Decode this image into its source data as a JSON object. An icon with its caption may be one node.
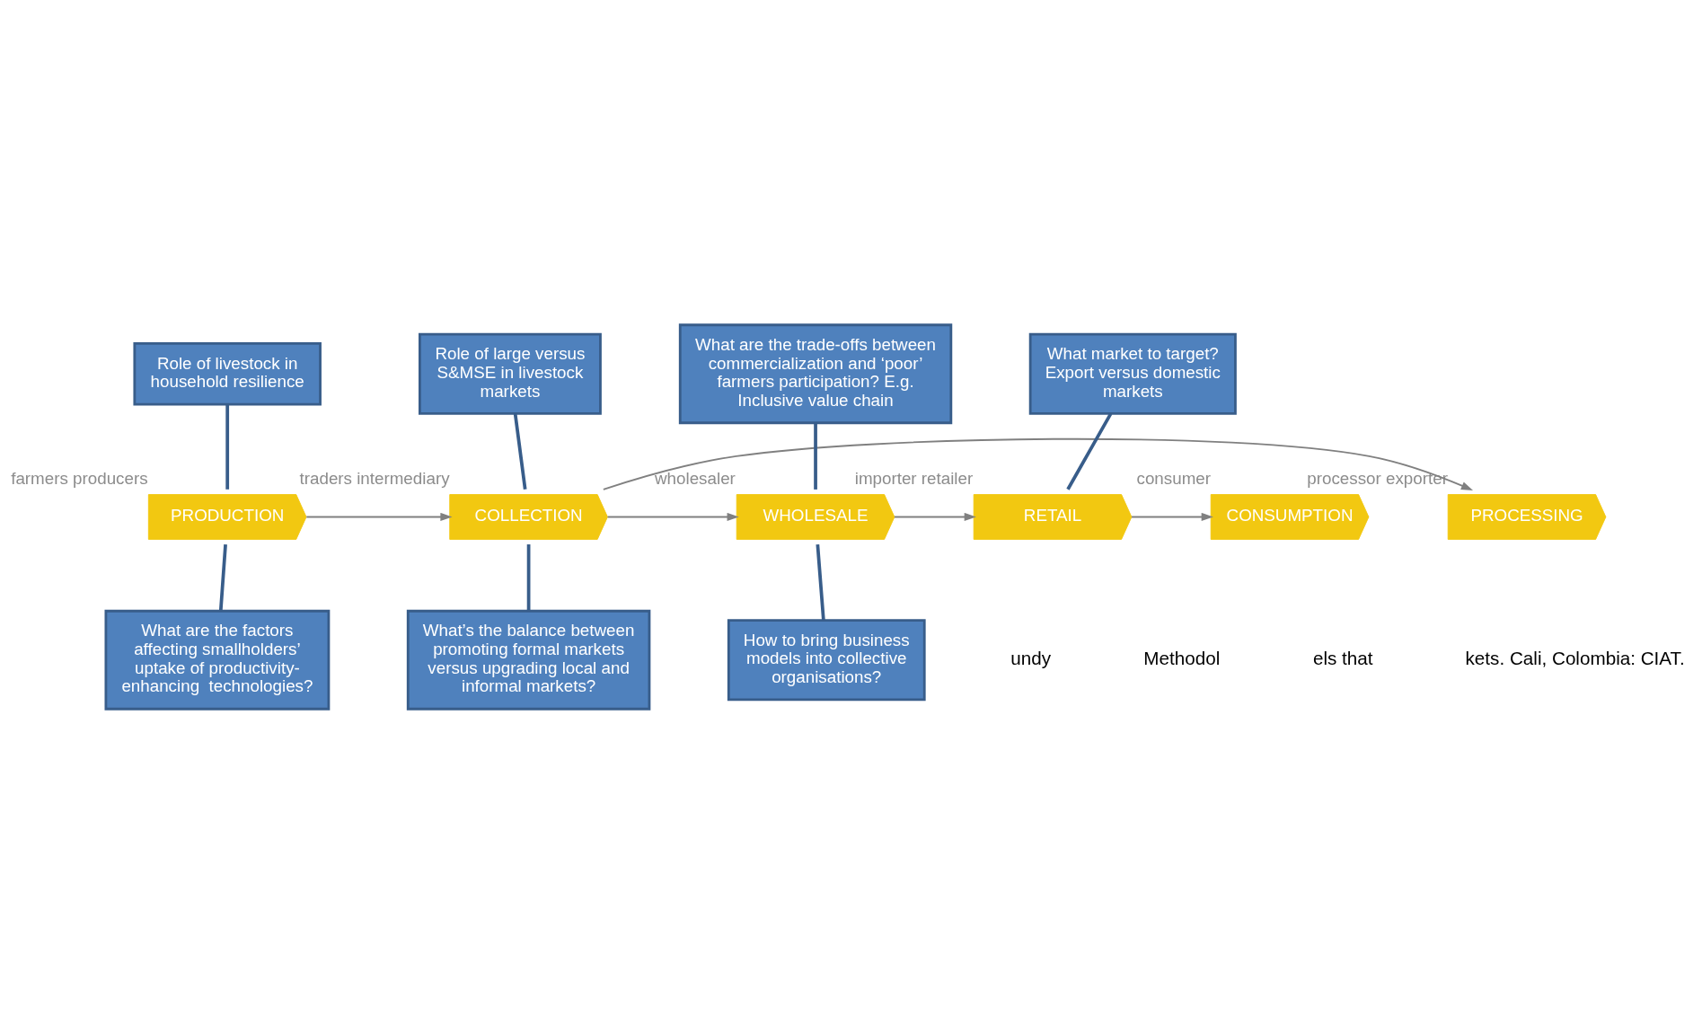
{
  "diagram": {
    "nodes": [
      {
        "text": [
          "PRODUCTION"
        ],
        "beside": [
          "farmers producers"
        ]
      },
      {
        "text": [
          "COLLECTION"
        ],
        "beside": [
          "traders intermediary"
        ]
      },
      {
        "text": [
          "PROCESSING"
        ],
        "beside": [
          "processor exporter"
        ]
      },
      {
        "text": [
          "WHOLESALE"
        ],
        "beside": [
          "wholesaler"
        ]
      },
      {
        "text": [
          "RETAIL"
        ],
        "beside": [
          "importer retailer"
        ]
      },
      {
        "text": [
          "CONSUMPTION"
        ],
        "beside": [
          "consumer"
        ]
      },
      {
        "text": [
          "Role of livestock in household resilience"
        ]
      },
      {
        "text": [
          "Role of large versus S&MSE in livestock markets"
        ]
      },
      {
        "text": [
          "What are the trade-offs between commercialization and ‘poor’ farmers participation? E.g. Inclusive value chain"
        ]
      },
      {
        "text": [
          "What market to target? Export versus domestic markets"
        ]
      },
      {
        "text": [
          "What are the factors affecting smallholders’ uptake of productivity-enhancing  technologies?"
        ]
      },
      {
        "text": [
          "What’s the balance between promoting formal markets versus upgrading local and informal markets?"
        ]
      },
      {
        "text": [
          "How to bring business models into collective organisations?"
        ]
      }
    ],
    "edges": [
      {
        "from": 0,
        "to": 1,
        "arrow": "to"
      },
      {
        "from": 1,
        "to": 3,
        "arrow": "to"
      },
      {
        "from": 1,
        "to": 2,
        "arrow": "to"
      },
      {
        "from": 3,
        "to": 4,
        "arrow": "to"
      },
      {
        "from": 4,
        "to": 5,
        "arrow": "to"
      },
      {
        "from": 6,
        "to": 0,
        "arrow": "none"
      },
      {
        "from": 7,
        "to": 1,
        "arrow": "none"
      },
      {
        "from": 8,
        "to": 3,
        "arrow": "none"
      },
      {
        "from": 9,
        "to": 4,
        "arrow": "none"
      },
      {
        "from": 10,
        "to": 0,
        "arrow": "none"
      },
      {
        "from": 11,
        "to": 1,
        "arrow": "none"
      },
      {
        "from": 12,
        "to": 3,
        "arrow": "none"
      }
    ],
    "labels": [
      "undy",
      "Methodol",
      "els that",
      "kets. Cali, Colombia: CIAT."
    ]
  }
}
